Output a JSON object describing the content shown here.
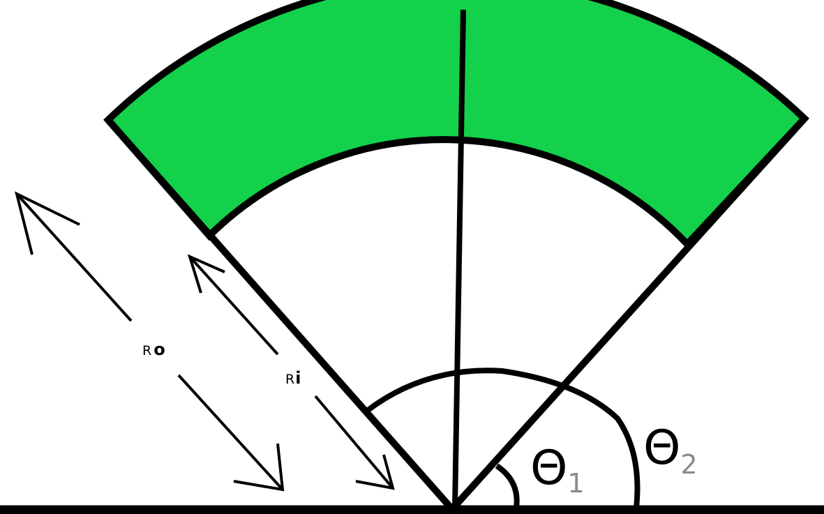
{
  "colors": {
    "ring_fill": "#13d14a",
    "stroke": "#000000",
    "background": "#ffffff",
    "subscript": "#8a8a8a"
  },
  "labels": {
    "r_outer_prefix": "R",
    "r_outer_suffix": "o",
    "r_inner_prefix": "R",
    "r_inner_suffix": "i",
    "theta1_symbol": "Θ",
    "theta1_sub": "1",
    "theta2_symbol": "Θ",
    "theta2_sub": "2"
  }
}
